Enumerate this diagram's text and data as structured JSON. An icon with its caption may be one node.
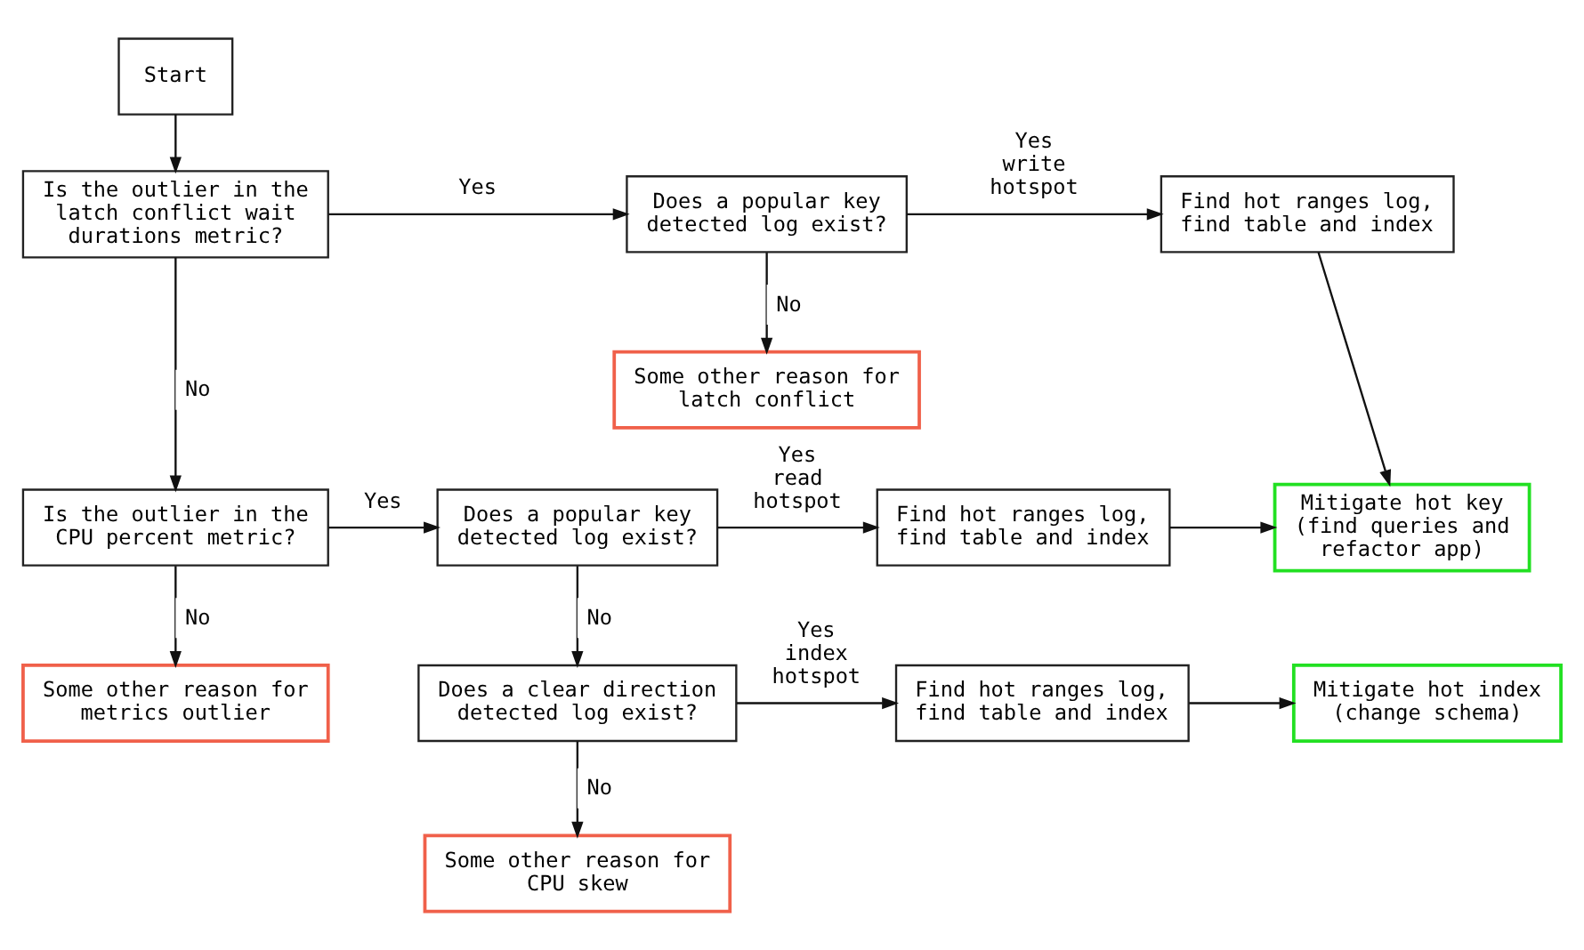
{
  "diagram": {
    "nodes": [
      {
        "text": [
          "Start"
        ]
      },
      {
        "text": [
          "Is the outlier in the latch conflict wait durations metric?"
        ]
      },
      {
        "text": [
          "Does a popular key detected log exist?"
        ]
      },
      {
        "text": [
          "Find hot ranges log, find table and index"
        ]
      },
      {
        "text": [
          "Some other reason for latch conflict"
        ]
      },
      {
        "text": [
          "Is the outlier in the CPU percent metric?"
        ]
      },
      {
        "text": [
          "Does a popular key detected log exist?"
        ]
      },
      {
        "text": [
          "Find hot ranges log, find table and index"
        ]
      },
      {
        "text": [
          "Mitigate hot key (find queries and refactor app)"
        ]
      },
      {
        "text": [
          "Some other reason for metrics outlier"
        ]
      },
      {
        "text": [
          "Does a clear direction detected log exist?"
        ]
      },
      {
        "text": [
          "Find hot ranges log, find table and index"
        ]
      },
      {
        "text": [
          "Mitigate hot index (change schema)"
        ]
      },
      {
        "text": [
          "Some other reason for CPU skew"
        ]
      }
    ],
    "edges": [
      {
        "from": 0,
        "to": 1,
        "arrow": "to"
      },
      {
        "from": 1,
        "to": 2,
        "arrow": "to",
        "label": "Yes"
      },
      {
        "from": 1,
        "to": 5,
        "arrow": "to",
        "label": "No"
      },
      {
        "from": 2,
        "to": 3,
        "arrow": "to",
        "label": "Yes write hotspot"
      },
      {
        "from": 2,
        "to": 4,
        "arrow": "to",
        "label": "No"
      },
      {
        "from": 3,
        "to": 8,
        "arrow": "to"
      },
      {
        "from": 5,
        "to": 6,
        "arrow": "to",
        "label": "Yes"
      },
      {
        "from": 5,
        "to": 9,
        "arrow": "to",
        "label": "No"
      },
      {
        "from": 6,
        "to": 7,
        "arrow": "to",
        "label": "Yes read hotspot"
      },
      {
        "from": 6,
        "to": 10,
        "arrow": "to",
        "label": "No"
      },
      {
        "from": 7,
        "to": 8,
        "arrow": "to"
      },
      {
        "from": 10,
        "to": 11,
        "arrow": "to",
        "label": "Yes index hotspot"
      },
      {
        "from": 10,
        "to": 13,
        "arrow": "to",
        "label": "No"
      },
      {
        "from": 11,
        "to": 12,
        "arrow": "to"
      }
    ]
  }
}
